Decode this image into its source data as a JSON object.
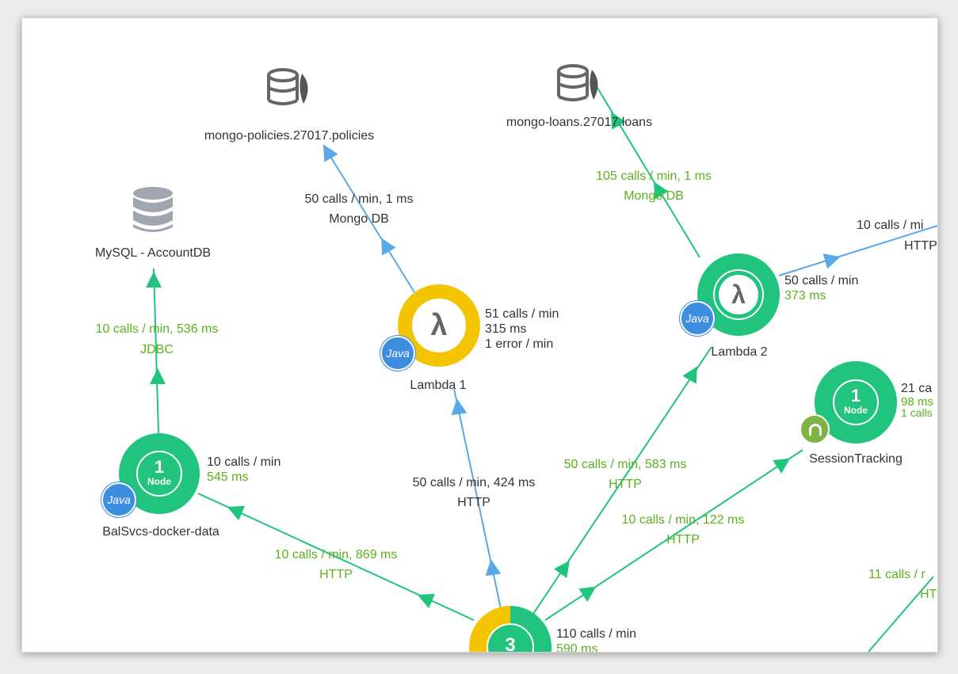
{
  "nodes": {
    "mongo_policies": {
      "name": "mongo-policies.27017.policies"
    },
    "mongo_loans": {
      "name": "mongo-loans.27017.loans"
    },
    "mysql": {
      "name": "MySQL - AccountDB"
    },
    "lambda1": {
      "name": "Lambda 1",
      "symbol": "λ",
      "lang": "Java",
      "calls": "51 calls / min",
      "time": "315 ms",
      "errors": "1 error / min"
    },
    "lambda2": {
      "name": "Lambda 2",
      "symbol": "λ",
      "lang": "Java",
      "calls": "50 calls / min",
      "time": "373 ms"
    },
    "balsvcs": {
      "name": "BalSvcs-docker-data",
      "count": "1",
      "unit": "Node",
      "lang": "Java",
      "calls": "10 calls / min",
      "time": "545 ms"
    },
    "session": {
      "name": "SessionTracking",
      "count": "1",
      "unit": "Node",
      "calls": "21 ca",
      "time": "98 ms",
      "extra": "1 calls"
    },
    "main": {
      "count": "3",
      "calls": "110 calls / min",
      "time": "590 ms"
    }
  },
  "edges": {
    "lambda1_mongo": {
      "metric": "50 calls / min, 1 ms",
      "protocol": "Mongo DB"
    },
    "lambda2_mongo": {
      "metric": "105 calls / min, 1 ms",
      "protocol": "Mongo DB"
    },
    "bal_mysql": {
      "metric": "10 calls / min, 536 ms",
      "protocol": "JDBC"
    },
    "main_lambda1": {
      "metric": "50 calls / min, 424 ms",
      "protocol": "HTTP"
    },
    "main_lambda2": {
      "metric": "50 calls / min, 583 ms",
      "protocol": "HTTP"
    },
    "main_session": {
      "metric": "10 calls / min, 122 ms",
      "protocol": "HTTP"
    },
    "main_bal": {
      "metric": "10 calls / min, 869 ms",
      "protocol": "HTTP"
    },
    "lambda2_offscreen": {
      "metric": "10 calls / mi",
      "protocol": "HTTP"
    },
    "main_offscreen": {
      "metric": "11 calls / r",
      "protocol": "HT"
    }
  },
  "colors": {
    "green": "#20c47d",
    "blue_edge": "#5aa9e6",
    "yellow": "#f5c400",
    "java_blue": "#3d8de0",
    "metric_green": "#5ab21b",
    "db_gray": "#a0a6ae"
  }
}
